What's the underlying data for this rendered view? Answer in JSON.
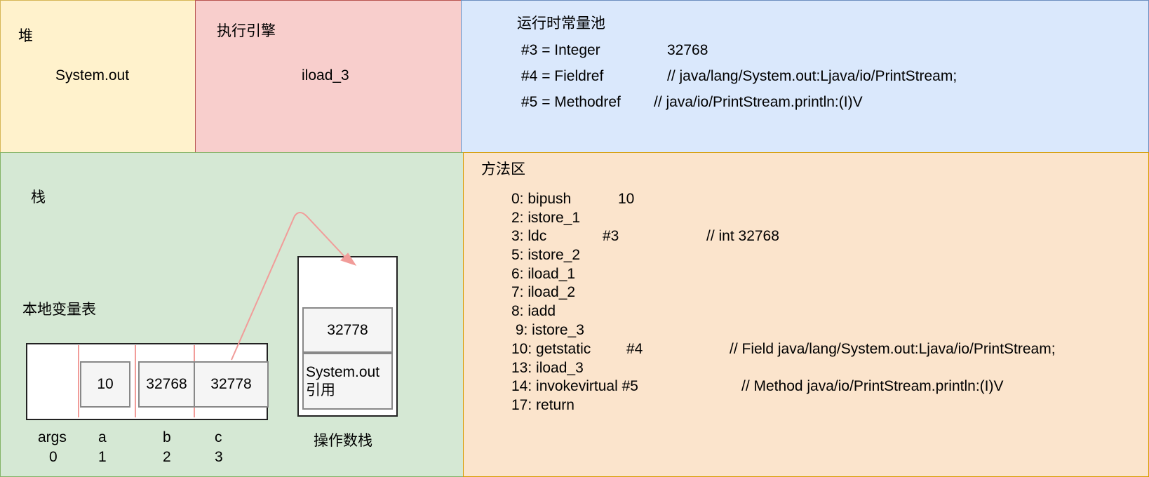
{
  "heap": {
    "title": "堆",
    "item": "System.out"
  },
  "engine": {
    "title": "执行引擎",
    "instruction": "iload_3"
  },
  "pool": {
    "title": "运行时常量池",
    "entries": [
      {
        "ref": "#3 = Integer",
        "value": "32768"
      },
      {
        "ref": "#4 = Fieldref",
        "value": "// java/lang/System.out:Ljava/io/PrintStream;"
      },
      {
        "ref": "#5 = Methodref",
        "value": "// java/io/PrintStream.println:(I)V"
      }
    ]
  },
  "stack": {
    "title": "栈",
    "locals_title": "本地变量表",
    "locals": [
      {
        "name": "args",
        "index": "0",
        "value": ""
      },
      {
        "name": "a",
        "index": "1",
        "value": "10"
      },
      {
        "name": "b",
        "index": "2",
        "value": "32768"
      },
      {
        "name": "c",
        "index": "3",
        "value": "32778"
      }
    ],
    "operand_title": "操作数栈",
    "operand": [
      {
        "value": "32778"
      },
      {
        "value": "System.out\n引用"
      }
    ]
  },
  "method": {
    "title": "方法区",
    "bytecode": [
      {
        "op": "0: bipush",
        "arg": "10",
        "comment": ""
      },
      {
        "op": "2: istore_1",
        "arg": "",
        "comment": ""
      },
      {
        "op": "3: ldc",
        "arg": "#3",
        "comment": "// int 32768"
      },
      {
        "op": "5: istore_2",
        "arg": "",
        "comment": ""
      },
      {
        "op": "6: iload_1",
        "arg": "",
        "comment": ""
      },
      {
        "op": "7: iload_2",
        "arg": "",
        "comment": ""
      },
      {
        "op": "8: iadd",
        "arg": "",
        "comment": ""
      },
      {
        "op": " 9: istore_3",
        "arg": "",
        "comment": ""
      },
      {
        "op": "10: getstatic",
        "arg": "#4",
        "comment": "// Field java/lang/System.out:Ljava/io/PrintStream;"
      },
      {
        "op": "13: iload_3",
        "arg": "",
        "comment": ""
      },
      {
        "op": "14: invokevirtual #5",
        "arg": "",
        "comment": "// Method java/io/PrintStream.println:(I)V"
      },
      {
        "op": "17: return",
        "arg": "",
        "comment": ""
      }
    ]
  },
  "colors": {
    "heap": "#fff2cc",
    "engine": "#f8cecc",
    "pool": "#dae8fc",
    "stack": "#d5e8d4",
    "method": "#fbe4cc",
    "arrow": "#f19c99"
  }
}
